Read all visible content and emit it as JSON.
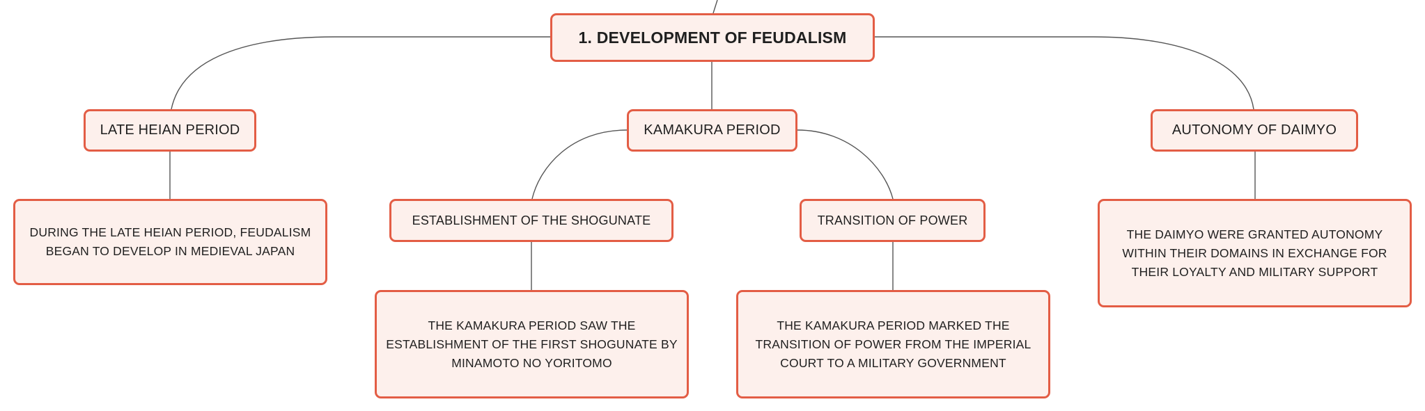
{
  "diagram": {
    "root": {
      "label": "1. DEVELOPMENT OF FEUDALISM"
    },
    "branches": [
      {
        "label": "LATE HEIAN PERIOD",
        "detail": "DURING THE LATE HEIAN PERIOD, FEUDALISM BEGAN TO DEVELOP IN MEDIEVAL JAPAN"
      },
      {
        "label": "KAMAKURA PERIOD",
        "children": [
          {
            "label": "ESTABLISHMENT OF THE SHOGUNATE",
            "detail": "THE KAMAKURA PERIOD SAW THE ESTABLISHMENT OF THE FIRST SHOGUNATE BY MINAMOTO NO YORITOMO"
          },
          {
            "label": "TRANSITION OF POWER",
            "detail": "THE KAMAKURA PERIOD MARKED THE TRANSITION OF POWER FROM THE IMPERIAL COURT TO A MILITARY GOVERNMENT"
          }
        ]
      },
      {
        "label": "AUTONOMY OF DAIMYO",
        "detail": "THE DAIMYO WERE GRANTED AUTONOMY WITHIN THEIR DOMAINS IN EXCHANGE FOR THEIR LOYALTY AND MILITARY SUPPORT"
      }
    ],
    "colors": {
      "node_border": "#e35d45",
      "node_fill": "#fdf0ec",
      "connector": "#555555",
      "text": "#1f1f1f"
    }
  }
}
